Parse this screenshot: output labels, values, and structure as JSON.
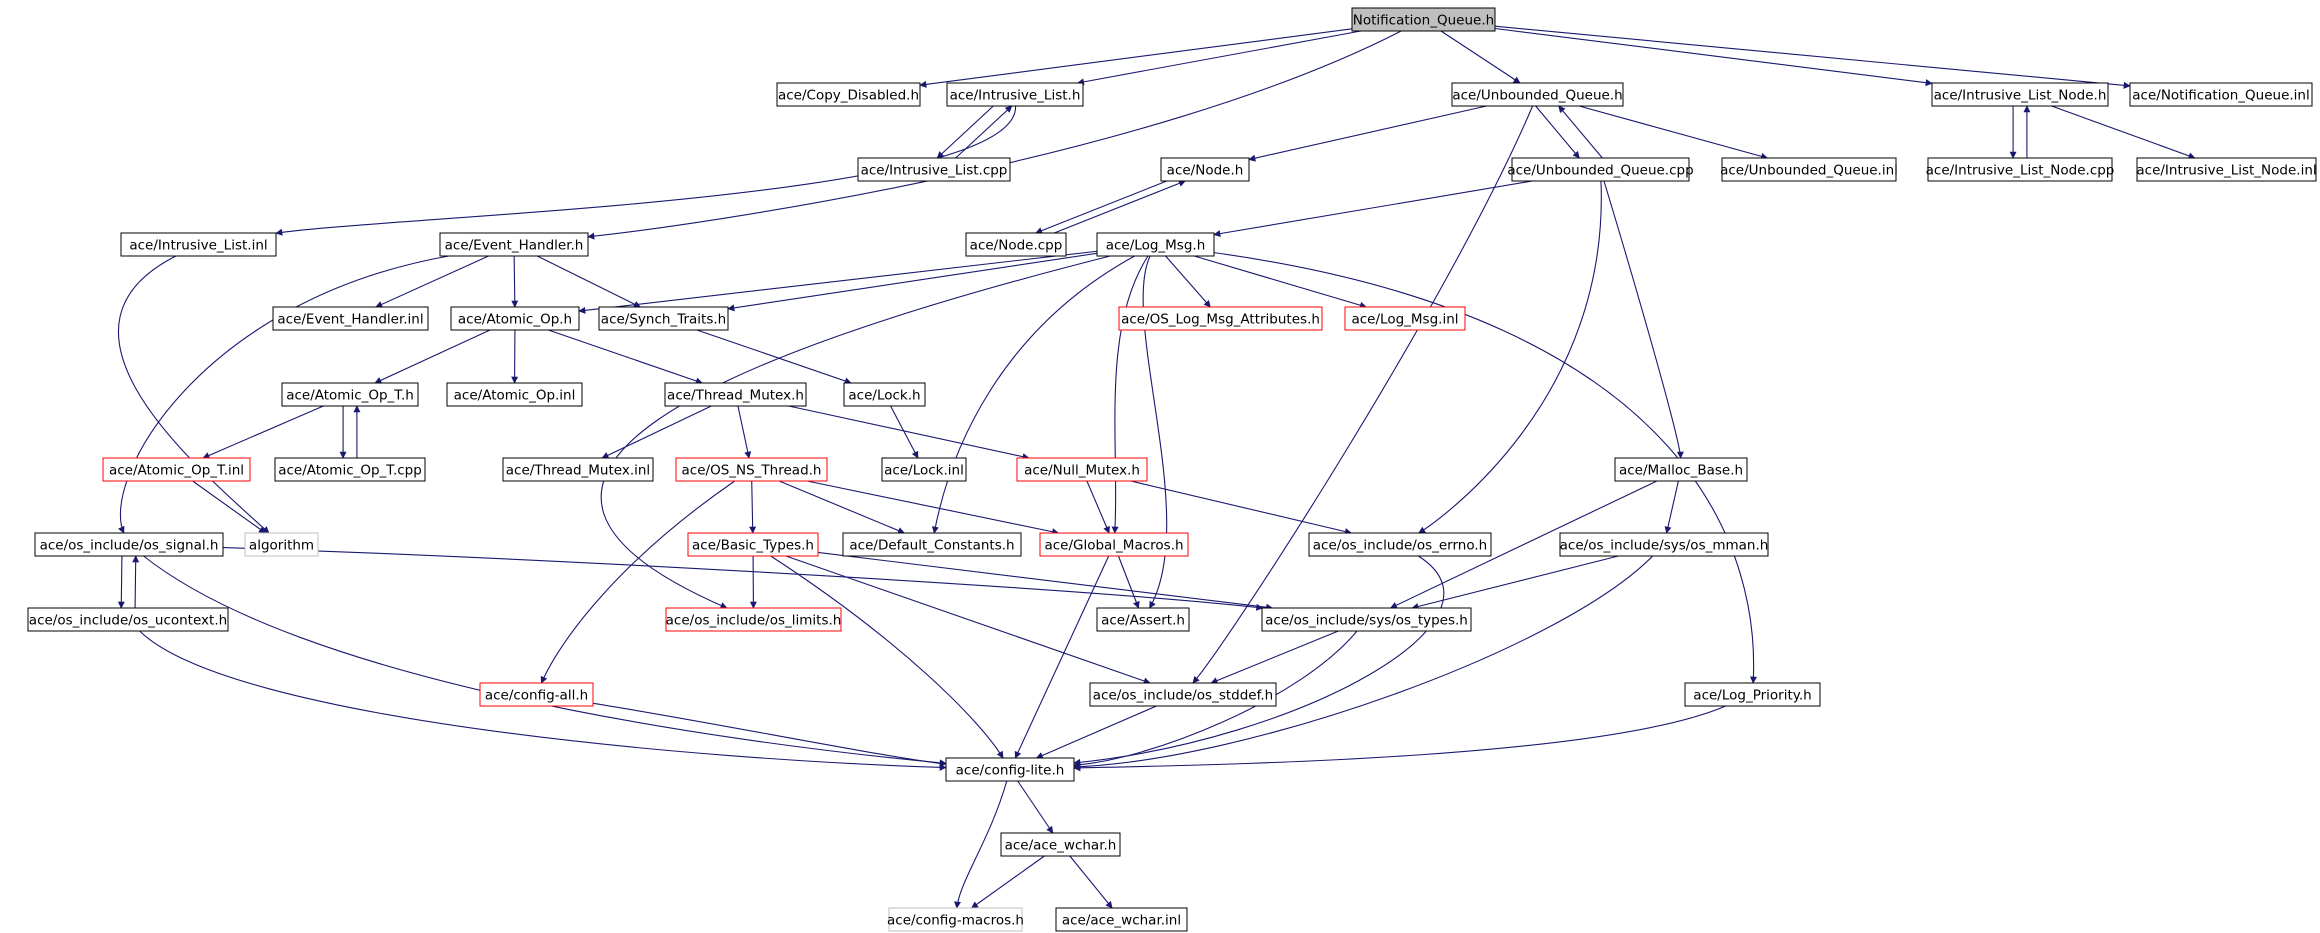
{
  "colors": {
    "edge": "#191970",
    "node_border": "#000000",
    "node_border_truncated": "#ff0000",
    "node_border_external": "#bfbfbf",
    "root_fill": "#bfbfbf",
    "node_fill": "#ffffff"
  },
  "nodes": [
    {
      "id": "n_root",
      "label": "Notification_Queue.h",
      "kind": "root"
    },
    {
      "id": "n_copy_disabled",
      "label": "ace/Copy_Disabled.h",
      "kind": "normal"
    },
    {
      "id": "n_intrusive_list_h",
      "label": "ace/Intrusive_List.h",
      "kind": "normal"
    },
    {
      "id": "n_unbounded_queue_h",
      "label": "ace/Unbounded_Queue.h",
      "kind": "normal"
    },
    {
      "id": "n_intrusive_list_node_h",
      "label": "ace/Intrusive_List_Node.h",
      "kind": "normal"
    },
    {
      "id": "n_notification_queue_inl",
      "label": "ace/Notification_Queue.inl",
      "kind": "normal"
    },
    {
      "id": "n_intrusive_list_cpp",
      "label": "ace/Intrusive_List.cpp",
      "kind": "normal"
    },
    {
      "id": "n_node_h",
      "label": "ace/Node.h",
      "kind": "normal"
    },
    {
      "id": "n_unbounded_queue_cpp",
      "label": "ace/Unbounded_Queue.cpp",
      "kind": "normal"
    },
    {
      "id": "n_unbounded_queue_inl",
      "label": "ace/Unbounded_Queue.inl",
      "kind": "normal"
    },
    {
      "id": "n_intrusive_list_node_cpp",
      "label": "ace/Intrusive_List_Node.cpp",
      "kind": "normal"
    },
    {
      "id": "n_intrusive_list_node_inl",
      "label": "ace/Intrusive_List_Node.inl",
      "kind": "normal"
    },
    {
      "id": "n_intrusive_list_inl",
      "label": "ace/Intrusive_List.inl",
      "kind": "normal"
    },
    {
      "id": "n_event_handler_h",
      "label": "ace/Event_Handler.h",
      "kind": "normal"
    },
    {
      "id": "n_node_cpp",
      "label": "ace/Node.cpp",
      "kind": "normal"
    },
    {
      "id": "n_log_msg_h",
      "label": "ace/Log_Msg.h",
      "kind": "normal"
    },
    {
      "id": "n_event_handler_inl",
      "label": "ace/Event_Handler.inl",
      "kind": "normal"
    },
    {
      "id": "n_atomic_op_h",
      "label": "ace/Atomic_Op.h",
      "kind": "normal"
    },
    {
      "id": "n_synch_traits_h",
      "label": "ace/Synch_Traits.h",
      "kind": "normal"
    },
    {
      "id": "n_os_log_msg_attributes",
      "label": "ace/OS_Log_Msg_Attributes.h",
      "kind": "truncated"
    },
    {
      "id": "n_log_msg_inl",
      "label": "ace/Log_Msg.inl",
      "kind": "truncated"
    },
    {
      "id": "n_atomic_op_t_h",
      "label": "ace/Atomic_Op_T.h",
      "kind": "normal"
    },
    {
      "id": "n_atomic_op_inl",
      "label": "ace/Atomic_Op.inl",
      "kind": "normal"
    },
    {
      "id": "n_thread_mutex_h",
      "label": "ace/Thread_Mutex.h",
      "kind": "normal"
    },
    {
      "id": "n_lock_h",
      "label": "ace/Lock.h",
      "kind": "normal"
    },
    {
      "id": "n_atomic_op_t_inl",
      "label": "ace/Atomic_Op_T.inl",
      "kind": "truncated"
    },
    {
      "id": "n_atomic_op_t_cpp",
      "label": "ace/Atomic_Op_T.cpp",
      "kind": "normal"
    },
    {
      "id": "n_thread_mutex_inl",
      "label": "ace/Thread_Mutex.inl",
      "kind": "normal"
    },
    {
      "id": "n_os_ns_thread_h",
      "label": "ace/OS_NS_Thread.h",
      "kind": "truncated"
    },
    {
      "id": "n_null_mutex_h",
      "label": "ace/Null_Mutex.h",
      "kind": "truncated"
    },
    {
      "id": "n_lock_inl",
      "label": "ace/Lock.inl",
      "kind": "normal"
    },
    {
      "id": "n_malloc_base_h",
      "label": "ace/Malloc_Base.h",
      "kind": "normal"
    },
    {
      "id": "n_os_signal_h",
      "label": "ace/os_include/os_signal.h",
      "kind": "normal"
    },
    {
      "id": "n_algorithm",
      "label": "algorithm",
      "kind": "external"
    },
    {
      "id": "n_basic_types_h",
      "label": "ace/Basic_Types.h",
      "kind": "truncated"
    },
    {
      "id": "n_default_constants_h",
      "label": "ace/Default_Constants.h",
      "kind": "normal"
    },
    {
      "id": "n_global_macros_h",
      "label": "ace/Global_Macros.h",
      "kind": "truncated"
    },
    {
      "id": "n_os_errno_h",
      "label": "ace/os_include/os_errno.h",
      "kind": "normal"
    },
    {
      "id": "n_os_mman_h",
      "label": "ace/os_include/sys/os_mman.h",
      "kind": "normal"
    },
    {
      "id": "n_os_ucontext_h",
      "label": "ace/os_include/os_ucontext.h",
      "kind": "normal"
    },
    {
      "id": "n_os_limits_h",
      "label": "ace/os_include/os_limits.h",
      "kind": "truncated"
    },
    {
      "id": "n_assert_h",
      "label": "ace/Assert.h",
      "kind": "normal"
    },
    {
      "id": "n_os_types_h",
      "label": "ace/os_include/sys/os_types.h",
      "kind": "normal"
    },
    {
      "id": "n_config_all_h",
      "label": "ace/config-all.h",
      "kind": "truncated"
    },
    {
      "id": "n_os_stddef_h",
      "label": "ace/os_include/os_stddef.h",
      "kind": "normal"
    },
    {
      "id": "n_log_priority_h",
      "label": "ace/Log_Priority.h",
      "kind": "normal"
    },
    {
      "id": "n_config_lite_h",
      "label": "ace/config-lite.h",
      "kind": "normal"
    },
    {
      "id": "n_ace_wchar_h",
      "label": "ace/ace_wchar.h",
      "kind": "normal"
    },
    {
      "id": "n_config_macros_h",
      "label": "ace/config-macros.h",
      "kind": "external"
    },
    {
      "id": "n_ace_wchar_inl",
      "label": "ace/ace_wchar.inl",
      "kind": "normal"
    }
  ],
  "edges": [
    [
      "n_root",
      "n_copy_disabled"
    ],
    [
      "n_root",
      "n_intrusive_list_h"
    ],
    [
      "n_root",
      "n_unbounded_queue_h"
    ],
    [
      "n_root",
      "n_intrusive_list_node_h"
    ],
    [
      "n_root",
      "n_notification_queue_inl"
    ],
    [
      "n_root",
      "n_event_handler_h"
    ],
    [
      "n_intrusive_list_h",
      "n_intrusive_list_cpp"
    ],
    [
      "n_intrusive_list_cpp",
      "n_intrusive_list_h"
    ],
    [
      "n_intrusive_list_h",
      "n_intrusive_list_inl"
    ],
    [
      "n_unbounded_queue_h",
      "n_node_h"
    ],
    [
      "n_unbounded_queue_h",
      "n_unbounded_queue_cpp"
    ],
    [
      "n_unbounded_queue_cpp",
      "n_unbounded_queue_h"
    ],
    [
      "n_unbounded_queue_h",
      "n_unbounded_queue_inl"
    ],
    [
      "n_unbounded_queue_h",
      "n_os_stddef_h"
    ],
    [
      "n_intrusive_list_node_h",
      "n_intrusive_list_node_cpp"
    ],
    [
      "n_intrusive_list_node_cpp",
      "n_intrusive_list_node_h"
    ],
    [
      "n_intrusive_list_node_h",
      "n_intrusive_list_node_inl"
    ],
    [
      "n_node_h",
      "n_node_cpp"
    ],
    [
      "n_node_cpp",
      "n_node_h"
    ],
    [
      "n_unbounded_queue_cpp",
      "n_log_msg_h"
    ],
    [
      "n_unbounded_queue_cpp",
      "n_malloc_base_h"
    ],
    [
      "n_unbounded_queue_cpp",
      "n_os_errno_h"
    ],
    [
      "n_intrusive_list_inl",
      "n_algorithm"
    ],
    [
      "n_event_handler_h",
      "n_event_handler_inl"
    ],
    [
      "n_event_handler_h",
      "n_atomic_op_h"
    ],
    [
      "n_event_handler_h",
      "n_synch_traits_h"
    ],
    [
      "n_event_handler_h",
      "n_os_signal_h"
    ],
    [
      "n_log_msg_h",
      "n_atomic_op_h"
    ],
    [
      "n_log_msg_h",
      "n_synch_traits_h"
    ],
    [
      "n_log_msg_h",
      "n_os_log_msg_attributes"
    ],
    [
      "n_log_msg_h",
      "n_log_msg_inl"
    ],
    [
      "n_log_msg_h",
      "n_default_constants_h"
    ],
    [
      "n_log_msg_h",
      "n_global_macros_h"
    ],
    [
      "n_log_msg_h",
      "n_assert_h"
    ],
    [
      "n_log_msg_h",
      "n_os_limits_h"
    ],
    [
      "n_log_msg_h",
      "n_log_priority_h"
    ],
    [
      "n_atomic_op_h",
      "n_atomic_op_t_h"
    ],
    [
      "n_atomic_op_h",
      "n_atomic_op_inl"
    ],
    [
      "n_atomic_op_h",
      "n_thread_mutex_h"
    ],
    [
      "n_synch_traits_h",
      "n_lock_h"
    ],
    [
      "n_atomic_op_t_h",
      "n_atomic_op_t_inl"
    ],
    [
      "n_atomic_op_t_h",
      "n_atomic_op_t_cpp"
    ],
    [
      "n_atomic_op_t_cpp",
      "n_atomic_op_t_h"
    ],
    [
      "n_atomic_op_t_inl",
      "n_algorithm"
    ],
    [
      "n_thread_mutex_h",
      "n_thread_mutex_inl"
    ],
    [
      "n_thread_mutex_h",
      "n_os_ns_thread_h"
    ],
    [
      "n_thread_mutex_h",
      "n_null_mutex_h"
    ],
    [
      "n_lock_h",
      "n_lock_inl"
    ],
    [
      "n_os_ns_thread_h",
      "n_basic_types_h"
    ],
    [
      "n_os_ns_thread_h",
      "n_default_constants_h"
    ],
    [
      "n_os_ns_thread_h",
      "n_global_macros_h"
    ],
    [
      "n_os_ns_thread_h",
      "n_config_all_h"
    ],
    [
      "n_null_mutex_h",
      "n_global_macros_h"
    ],
    [
      "n_null_mutex_h",
      "n_os_errno_h"
    ],
    [
      "n_malloc_base_h",
      "n_os_mman_h"
    ],
    [
      "n_malloc_base_h",
      "n_os_types_h"
    ],
    [
      "n_os_signal_h",
      "n_os_ucontext_h"
    ],
    [
      "n_os_ucontext_h",
      "n_os_signal_h"
    ],
    [
      "n_os_signal_h",
      "n_os_types_h"
    ],
    [
      "n_os_signal_h",
      "n_config_lite_h"
    ],
    [
      "n_basic_types_h",
      "n_os_limits_h"
    ],
    [
      "n_basic_types_h",
      "n_os_types_h"
    ],
    [
      "n_basic_types_h",
      "n_os_stddef_h"
    ],
    [
      "n_basic_types_h",
      "n_config_lite_h"
    ],
    [
      "n_global_macros_h",
      "n_assert_h"
    ],
    [
      "n_global_macros_h",
      "n_config_lite_h"
    ],
    [
      "n_os_errno_h",
      "n_config_lite_h"
    ],
    [
      "n_os_mman_h",
      "n_os_types_h"
    ],
    [
      "n_os_mman_h",
      "n_config_lite_h"
    ],
    [
      "n_os_ucontext_h",
      "n_config_lite_h"
    ],
    [
      "n_os_types_h",
      "n_os_stddef_h"
    ],
    [
      "n_os_types_h",
      "n_config_lite_h"
    ],
    [
      "n_config_all_h",
      "n_config_lite_h"
    ],
    [
      "n_os_stddef_h",
      "n_config_lite_h"
    ],
    [
      "n_log_priority_h",
      "n_config_lite_h"
    ],
    [
      "n_config_lite_h",
      "n_ace_wchar_h"
    ],
    [
      "n_config_lite_h",
      "n_config_macros_h"
    ],
    [
      "n_ace_wchar_h",
      "n_config_macros_h"
    ],
    [
      "n_ace_wchar_h",
      "n_ace_wchar_inl"
    ]
  ]
}
